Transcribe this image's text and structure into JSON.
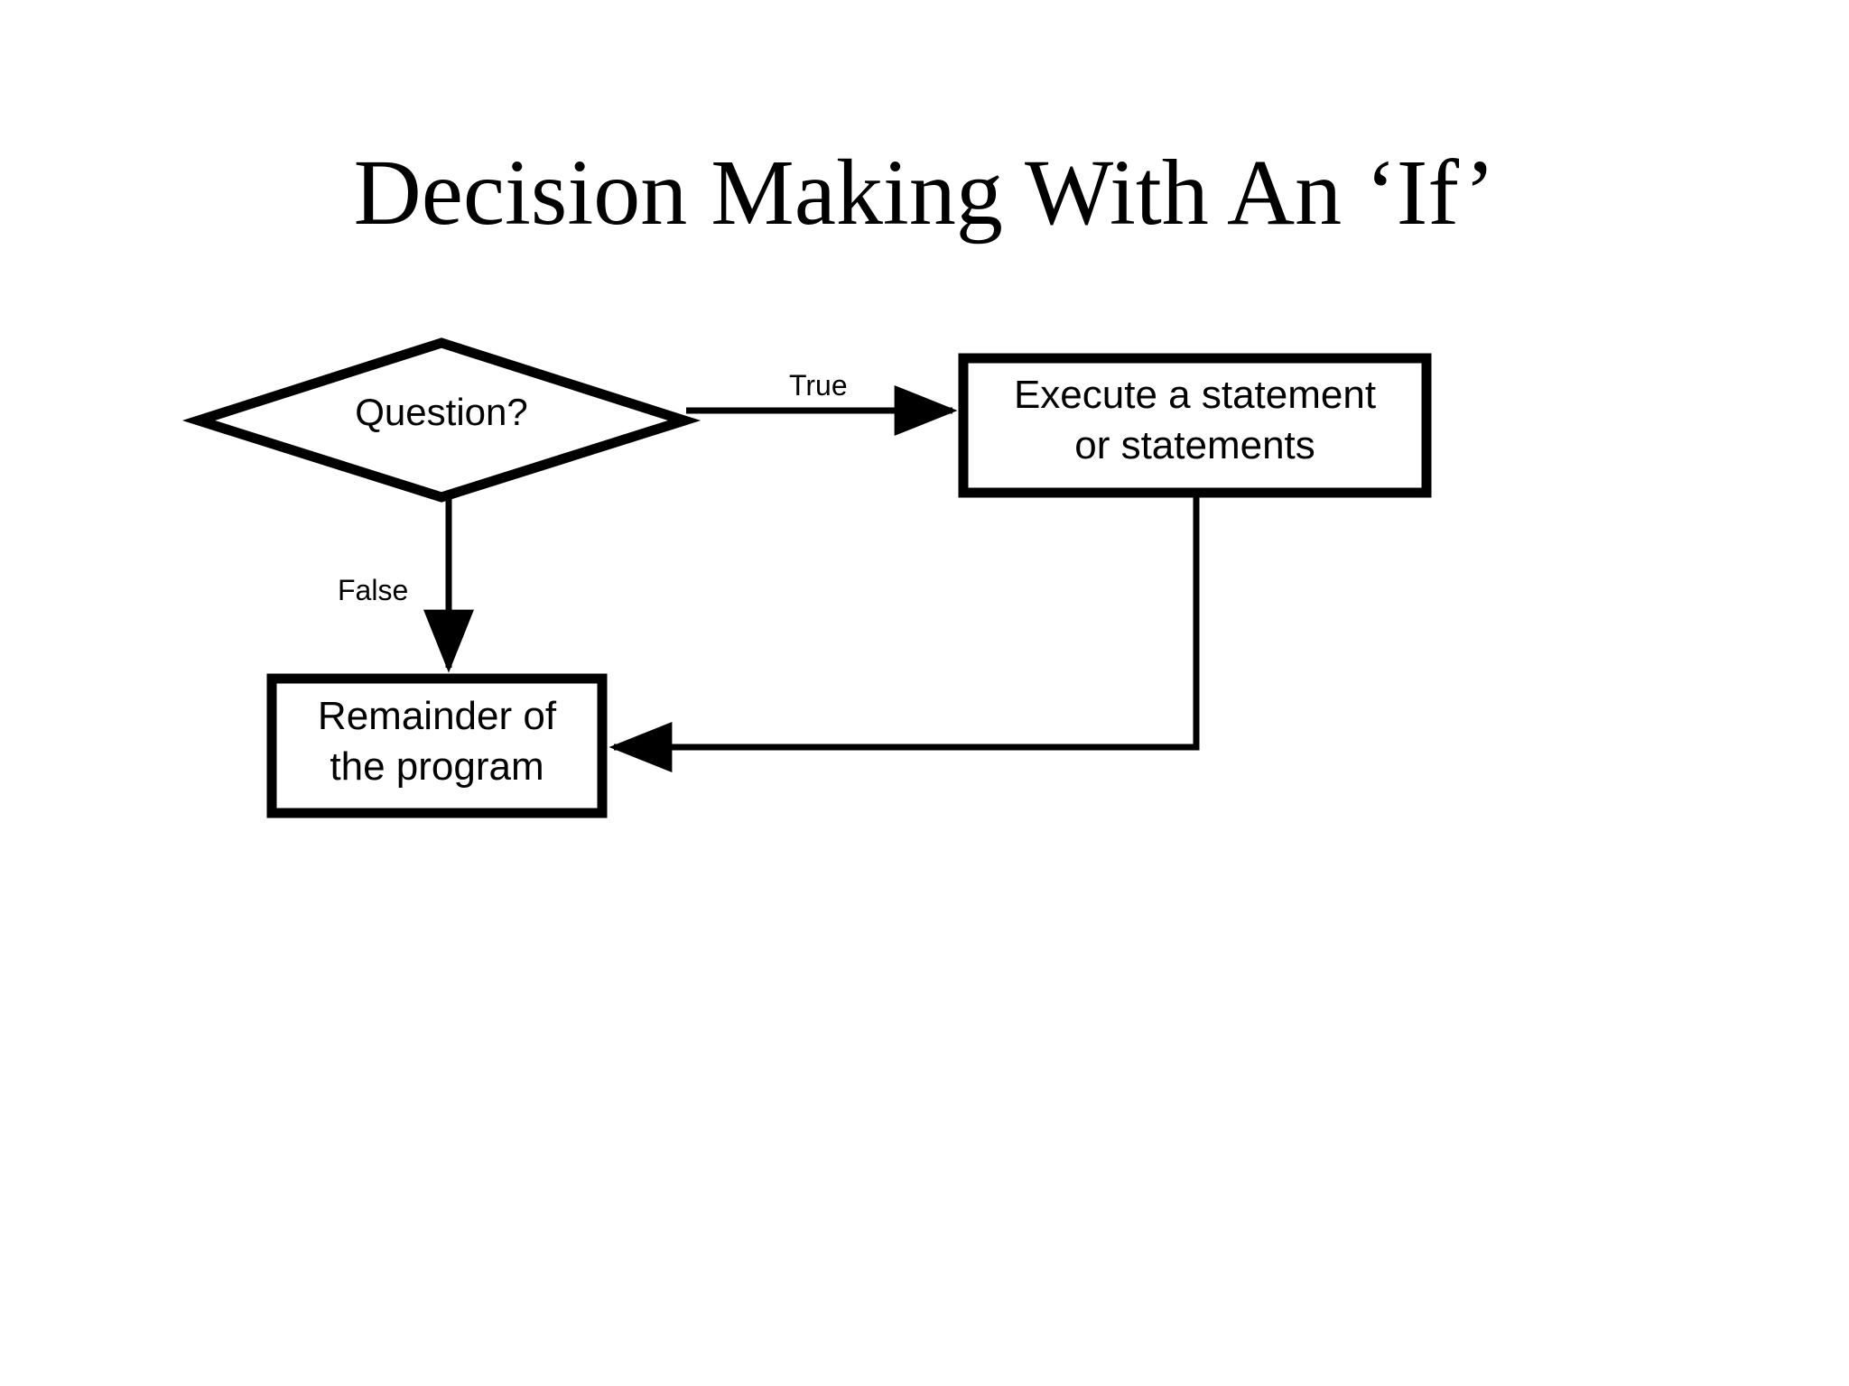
{
  "slide": {
    "title": "Decision Making With An ‘If’",
    "background_color": "#FFFFFF",
    "ink_color": "#000000"
  },
  "diagram": {
    "type": "flowchart",
    "nodes": [
      {
        "id": "decision",
        "shape": "diamond",
        "label": "Question?"
      },
      {
        "id": "process",
        "shape": "rectangle",
        "label": "Execute a statement\nor statements"
      },
      {
        "id": "end",
        "shape": "rectangle",
        "label": "Remainder of\nthe program"
      }
    ],
    "edges": [
      {
        "id": "edge-true",
        "from": "decision",
        "to": "process",
        "label": "True",
        "direction": "right"
      },
      {
        "id": "edge-false",
        "from": "decision",
        "to": "end",
        "label": "False",
        "direction": "down"
      },
      {
        "id": "edge-return",
        "from": "process",
        "to": "end",
        "label": "",
        "direction": "down-left"
      }
    ]
  }
}
